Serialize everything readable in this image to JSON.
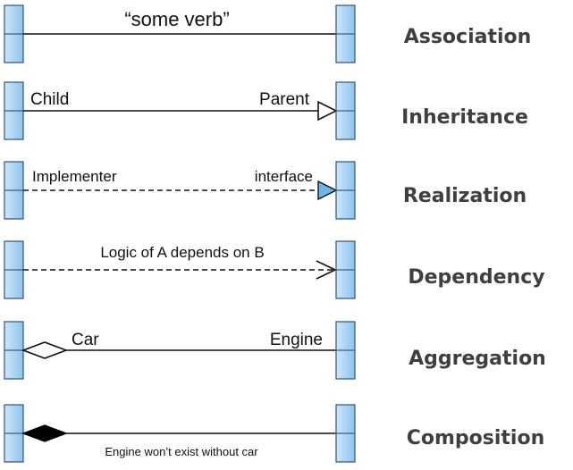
{
  "colors": {
    "box_fill": "#a9d4f4",
    "box_stroke": "#3d5f80",
    "line": "#111111",
    "label_text": "#3f3f3f",
    "arrow_fill_realization": "#6fb6e6"
  },
  "rows": [
    {
      "id": "association",
      "kind": "Association",
      "line_style": "solid",
      "end_marker": "none",
      "start_marker": "none",
      "center_label": "“some verb”",
      "left_label": "",
      "right_label": ""
    },
    {
      "id": "inheritance",
      "kind": "Inheritance",
      "line_style": "solid",
      "end_marker": "hollow-triangle",
      "start_marker": "none",
      "center_label": "",
      "left_label": "Child",
      "right_label": "Parent"
    },
    {
      "id": "realization",
      "kind": "Realization",
      "line_style": "dashed",
      "end_marker": "filled-blue-triangle",
      "start_marker": "none",
      "center_label": "",
      "left_label": "Implementer",
      "right_label": "interface"
    },
    {
      "id": "dependency",
      "kind": "Dependency",
      "line_style": "dashed",
      "end_marker": "open-arrow",
      "start_marker": "none",
      "center_label": "Logic of A depends on B",
      "left_label": "",
      "right_label": ""
    },
    {
      "id": "aggregation",
      "kind": "Aggregation",
      "line_style": "solid",
      "end_marker": "none",
      "start_marker": "hollow-diamond",
      "center_label": "",
      "left_label": "Car",
      "right_label": "Engine"
    },
    {
      "id": "composition",
      "kind": "Composition",
      "line_style": "solid",
      "end_marker": "none",
      "start_marker": "filled-diamond",
      "center_label": "",
      "left_label": "",
      "right_label": "",
      "bottom_label": "Engine won’t exist without car"
    }
  ]
}
